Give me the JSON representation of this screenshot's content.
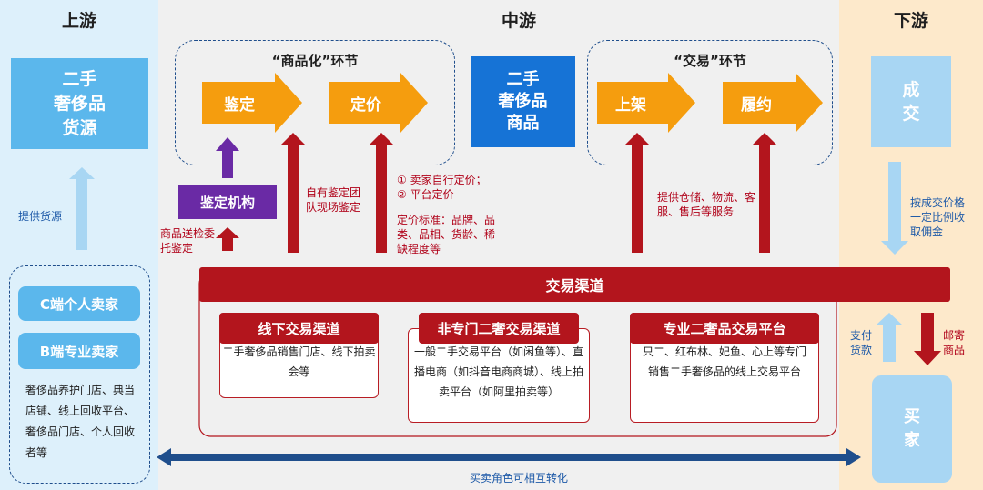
{
  "columns": {
    "upstream": "上游",
    "midstream": "中游",
    "downstream": "下游"
  },
  "upstream": {
    "source_box": [
      "二手",
      "奢侈品",
      "货源"
    ],
    "provide_source": "提供货源",
    "c_seller": "C端个人卖家",
    "b_seller": "B端专业卖家",
    "b_seller_desc": "奢侈品养护门店、典当店铺、线上回收平台、奢侈品门店、个人回收者等"
  },
  "midstream": {
    "commoditization_title": "“商品化”环节",
    "appraisal": "鉴定",
    "pricing": "定价",
    "goods_box": [
      "二手",
      "奢侈品",
      "商品"
    ],
    "trade_title": "“交易”环节",
    "listing": "上架",
    "fulfillment": "履约",
    "appraisal_agency": "鉴定机构",
    "send_for_appraisal": "商品送检委托鉴定",
    "own_team": "自有鉴定团队现场鉴定",
    "pricing_methods": [
      "① 卖家自行定价；",
      "② 平台定价"
    ],
    "pricing_criteria": "定价标准：品牌、品类、品相、货龄、稀缺程度等",
    "services": "提供仓储、物流、客服、售后等服务",
    "channel_header": "交易渠道",
    "channels": [
      {
        "title": "线下交易渠道",
        "desc": "二手奢侈品销售门店、线下拍卖会等"
      },
      {
        "title": "非专门二奢交易渠道",
        "desc": "一般二手交易平台（如闲鱼等）、直播电商（如抖音电商商城）、线上拍卖平台（如阿里拍卖等）"
      },
      {
        "title": "专业二奢品交易平台",
        "desc": "只二、红布林、妃鱼、心上等专门销售二手奢侈品的线上交易平台"
      }
    ]
  },
  "downstream": {
    "deal_box": [
      "成",
      "交"
    ],
    "commission": "按成交价格一定比例收取佣金",
    "pay": "支付货款",
    "mail": "邮寄商品",
    "buyer_box": [
      "买",
      "家"
    ]
  },
  "bottom_note": "买卖角色可相互转化",
  "colors": {
    "orange": "#f59d0e",
    "red": "#b3151d",
    "purple": "#6a2aa5",
    "dark_blue": "#1673d6",
    "light_blue": "#5bb7ec",
    "navy": "#1f4e8c"
  }
}
